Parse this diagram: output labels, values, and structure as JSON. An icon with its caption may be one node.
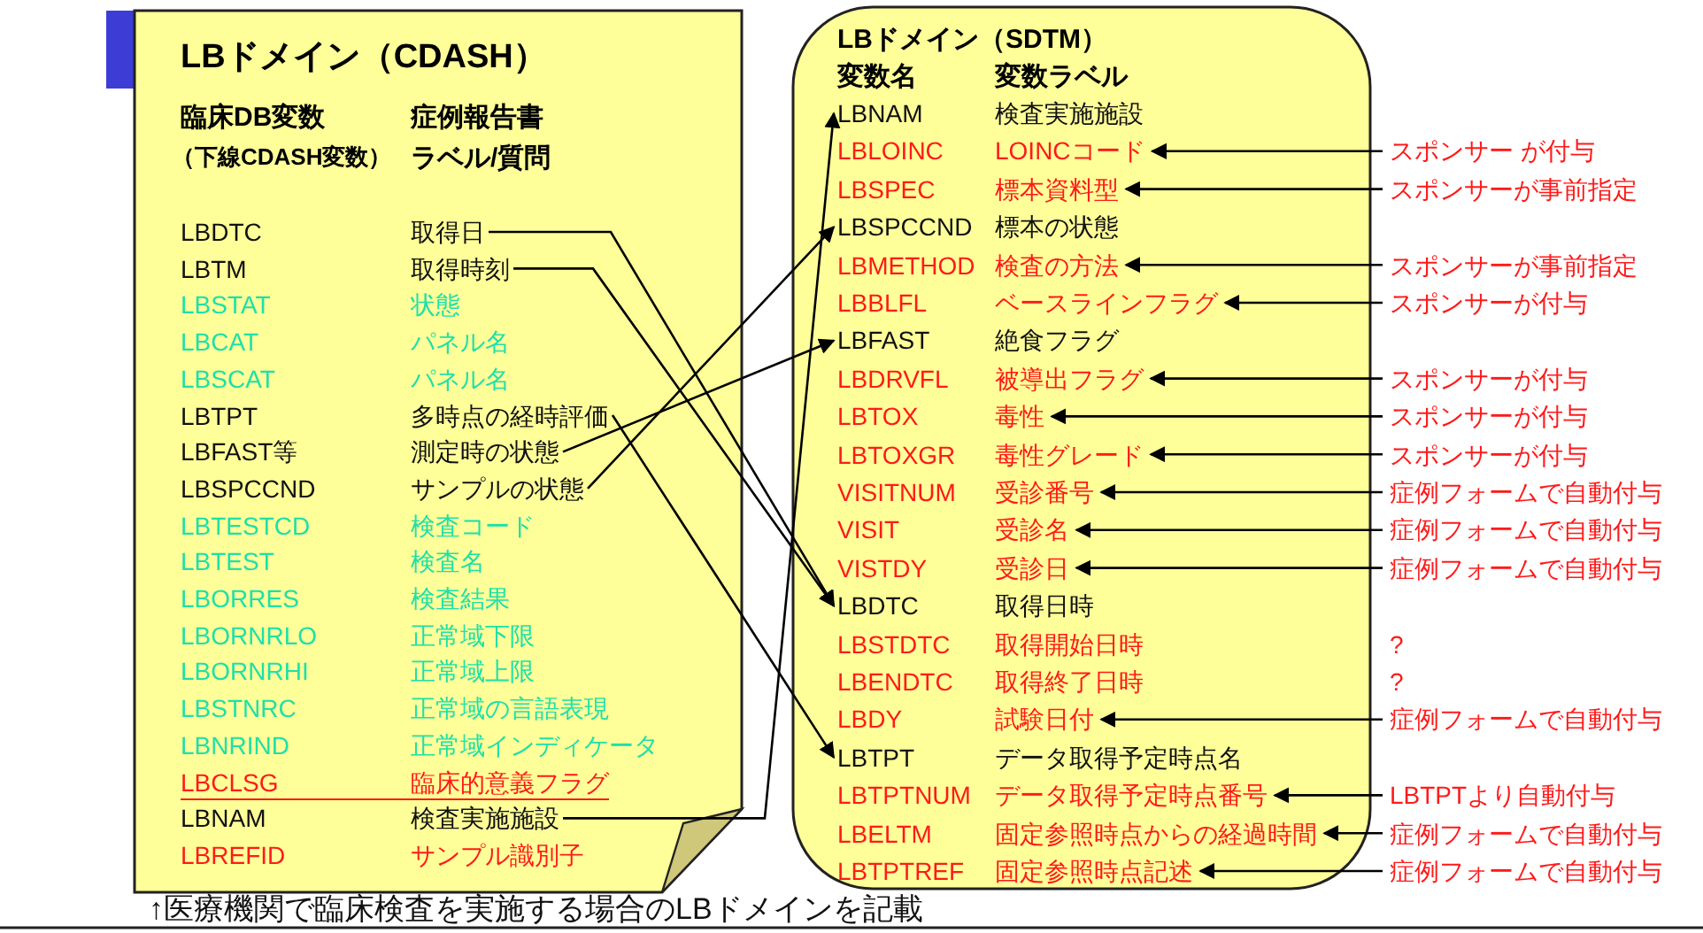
{
  "diagram": {
    "caption": "↑医療機関で臨床検査を実施する場合のLBドメインを記載",
    "nodes": [
      {
        "text": [
          "LBドメイン（CDASH）",
          "臨床DB変数",
          "（下線CDASH変数）",
          "症例報告書",
          "ラベル/質問"
        ]
      },
      {
        "text": [
          "LBDTC",
          "取得日"
        ],
        "in": 0
      },
      {
        "text": [
          "LBTM",
          "取得時刻"
        ],
        "in": 0
      },
      {
        "text": [
          "LBSTAT",
          "状態"
        ],
        "in": 0
      },
      {
        "text": [
          "LBCAT",
          "パネル名"
        ],
        "in": 0
      },
      {
        "text": [
          "LBSCAT",
          "パネル名"
        ],
        "in": 0
      },
      {
        "text": [
          "LBTPT",
          "多時点の経時評価"
        ],
        "in": 0
      },
      {
        "text": [
          "LBFAST等",
          "測定時の状態"
        ],
        "in": 0
      },
      {
        "text": [
          "LBSPCCND",
          "サンプルの状態"
        ],
        "in": 0
      },
      {
        "text": [
          "LBTESTCD",
          "検査コード"
        ],
        "in": 0
      },
      {
        "text": [
          "LBTEST",
          "検査名"
        ],
        "in": 0
      },
      {
        "text": [
          "LBORRES",
          "検査結果"
        ],
        "in": 0
      },
      {
        "text": [
          "LBORNRLO",
          "正常域下限"
        ],
        "in": 0
      },
      {
        "text": [
          "LBORNRHI",
          "正常域上限"
        ],
        "in": 0
      },
      {
        "text": [
          "LBSTNRC",
          "正常域の言語表現"
        ],
        "in": 0
      },
      {
        "text": [
          "LBNRIND",
          "正常域インディケータ"
        ],
        "in": 0
      },
      {
        "text": [
          "LBCLSG",
          "臨床的意義フラグ"
        ],
        "in": 0
      },
      {
        "text": [
          "LBNAM",
          "検査実施施設"
        ],
        "in": 0
      },
      {
        "text": [
          "LBREFID",
          "サンプル識別子"
        ],
        "in": 0
      },
      {
        "text": [
          "LBドメイン（SDTM）",
          "変数名",
          "変数ラベル"
        ]
      },
      {
        "text": [
          "LBNAM",
          "検査実施施設"
        ],
        "in": 19
      },
      {
        "text": [
          "LBLOINC",
          "LOINCコード"
        ],
        "in": 19
      },
      {
        "text": [
          "LBSPEC",
          "標本資料型"
        ],
        "in": 19
      },
      {
        "text": [
          "LBSPCCND",
          "標本の状態"
        ],
        "in": 19
      },
      {
        "text": [
          "LBMETHOD",
          "検査の方法"
        ],
        "in": 19
      },
      {
        "text": [
          "LBBLFL",
          "ベースラインフラグ"
        ],
        "in": 19
      },
      {
        "text": [
          "LBFAST",
          "絶食フラグ"
        ],
        "in": 19
      },
      {
        "text": [
          "LBDRVFL",
          "被導出フラグ"
        ],
        "in": 19
      },
      {
        "text": [
          "LBTOX",
          "毒性"
        ],
        "in": 19
      },
      {
        "text": [
          "LBTOXGR",
          "毒性グレード"
        ],
        "in": 19
      },
      {
        "text": [
          "VISITNUM",
          "受診番号"
        ],
        "in": 19
      },
      {
        "text": [
          "VISIT",
          "受診名"
        ],
        "in": 19
      },
      {
        "text": [
          "VISTDY",
          "受診日"
        ],
        "in": 19
      },
      {
        "text": [
          "LBDTC",
          "取得日時"
        ],
        "in": 19
      },
      {
        "text": [
          "LBSTDTC",
          "取得開始日時"
        ],
        "in": 19
      },
      {
        "text": [
          "LBENDTC",
          "取得終了日時"
        ],
        "in": 19
      },
      {
        "text": [
          "LBDY",
          "試験日付"
        ],
        "in": 19
      },
      {
        "text": [
          "LBTPT",
          "データ取得予定時点名"
        ],
        "in": 19
      },
      {
        "text": [
          "LBTPTNUM",
          "データ取得予定時点番号"
        ],
        "in": 19
      },
      {
        "text": [
          "LBELTM",
          "固定参照時点からの経過時間"
        ],
        "in": 19
      },
      {
        "text": [
          "LBTPTREF",
          "固定参照時点記述"
        ],
        "in": 19
      },
      {
        "text": [
          "スポンサー が付与"
        ]
      },
      {
        "text": [
          "スポンサーが事前指定"
        ]
      },
      {
        "text": [
          "スポンサーが事前指定"
        ]
      },
      {
        "text": [
          "スポンサーが付与"
        ]
      },
      {
        "text": [
          "スポンサーが付与"
        ]
      },
      {
        "text": [
          "スポンサーが付与"
        ]
      },
      {
        "text": [
          "スポンサーが付与"
        ]
      },
      {
        "text": [
          "症例フォームで自動付与"
        ]
      },
      {
        "text": [
          "症例フォームで自動付与"
        ]
      },
      {
        "text": [
          "症例フォームで自動付与"
        ]
      },
      {
        "text": [
          "症例フォームで自動付与"
        ]
      },
      {
        "text": [
          "LBTPTより自動付与"
        ]
      },
      {
        "text": [
          "症例フォームで自動付与"
        ]
      },
      {
        "text": [
          "症例フォームで自動付与"
        ]
      }
    ],
    "edges": [
      {
        "from": 1,
        "to": 33,
        "arrow": "to"
      },
      {
        "from": 2,
        "to": 33,
        "arrow": "to"
      },
      {
        "from": 6,
        "to": 37,
        "arrow": "to"
      },
      {
        "from": 7,
        "to": 26,
        "arrow": "to"
      },
      {
        "from": 8,
        "to": 23,
        "arrow": "to"
      },
      {
        "from": 17,
        "to": 20,
        "arrow": "to"
      },
      {
        "from": 41,
        "to": 21,
        "arrow": "to"
      },
      {
        "from": 42,
        "to": 22,
        "arrow": "to"
      },
      {
        "from": 43,
        "to": 24,
        "arrow": "to"
      },
      {
        "from": 44,
        "to": 25,
        "arrow": "to"
      },
      {
        "from": 45,
        "to": 27,
        "arrow": "to"
      },
      {
        "from": 46,
        "to": 28,
        "arrow": "to"
      },
      {
        "from": 47,
        "to": 29,
        "arrow": "to"
      },
      {
        "from": 48,
        "to": 30,
        "arrow": "to"
      },
      {
        "from": 49,
        "to": 31,
        "arrow": "to"
      },
      {
        "from": 50,
        "to": 32,
        "arrow": "to"
      },
      {
        "from": 51,
        "to": 36,
        "arrow": "to"
      },
      {
        "from": 52,
        "to": 38,
        "arrow": "to"
      },
      {
        "from": 53,
        "to": 39,
        "arrow": "to"
      },
      {
        "from": 54,
        "to": 40,
        "arrow": "to"
      }
    ],
    "labels": [
      "?",
      "?"
    ]
  }
}
